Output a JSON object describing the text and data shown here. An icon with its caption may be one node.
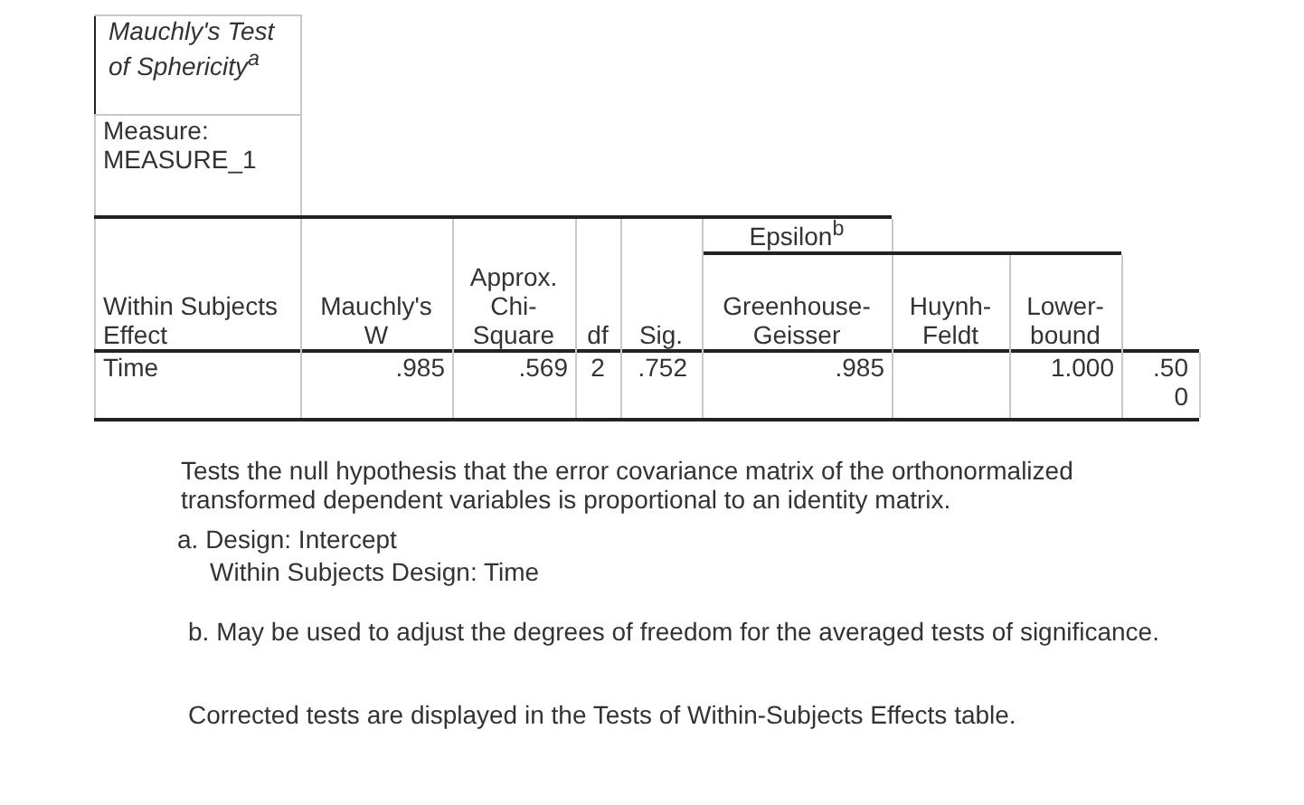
{
  "diagram": {
    "title": "Mauchly's Test of Sphericity$^{a}$",
    "labels": [
      "Measure: MEASURE_1",
      "Within Subjects Effect",
      "Mauchly's W",
      "Approx. Chi-Square",
      "df",
      "Sig.",
      "Epsilon$^{b}$",
      "Greenhouse-Geisser",
      "Huynh-Feldt",
      "Lower-bound",
      "Time",
      ".985",
      ".569",
      "2",
      ".752",
      ".985",
      "1.000",
      ".500",
      "Tests the null hypothesis that the error covariance matrix of the orthonormalized transformed dependent variables is proportional to an identity matrix.",
      "a. Design: Intercept",
      "Within Subjects Design: Time",
      "b. May be used to adjust the degrees of freedom for the averaged tests of significance. Corrected tests are displayed in the Tests of Within-Subjects Effects table."
    ]
  }
}
